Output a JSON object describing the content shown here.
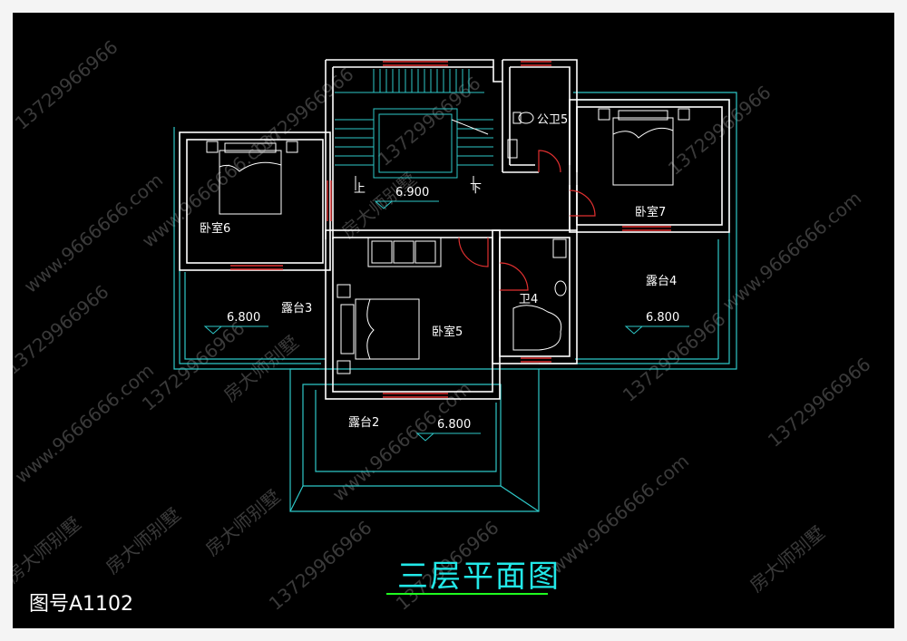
{
  "title": "三层平面图",
  "drawing_number": "图号A1102",
  "watermarks": {
    "phone": "13729966966",
    "site": "www.9666666.com",
    "brand": "房大师别墅"
  },
  "rooms": {
    "bedroom5": "卧室5",
    "bedroom6": "卧室6",
    "bedroom7": "卧室7",
    "public_wc5": "公卫5",
    "wc4": "卫4",
    "terrace2": "露台2",
    "terrace3": "露台3",
    "terrace4": "露台4"
  },
  "stairs": {
    "up": "上",
    "down": "下"
  },
  "elevations": {
    "stair_hall": "6.900",
    "terrace3": "6.800",
    "terrace2": "6.800",
    "terrace4": "6.800"
  },
  "colors": {
    "background": "#000000",
    "walls": "#ffffff",
    "windows": "#e03030",
    "terrace_outline": "#2ec8c8",
    "title": "#22e8e8",
    "title_underline": "#20ff20",
    "labels": "#ffffff"
  }
}
